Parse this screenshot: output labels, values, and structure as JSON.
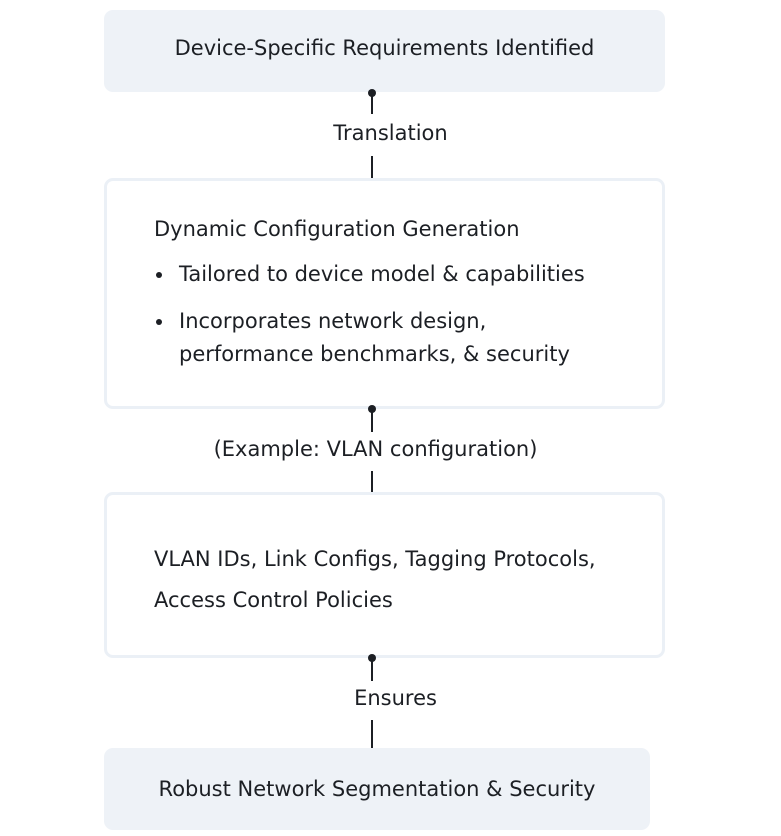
{
  "nodes": {
    "requirements": {
      "title": "Device-Specific Requirements Identified"
    },
    "generation": {
      "title": "Dynamic Configuration Generation",
      "bullets": [
        "Tailored to device model & capabilities",
        "Incorporates network design, performance benchmarks, & security"
      ]
    },
    "vlan": {
      "text": "VLAN IDs, Link Configs, Tagging Protocols, Access Control Policies"
    },
    "outcome": {
      "title": "Robust Network Segmentation & Security"
    }
  },
  "edges": {
    "translation": {
      "label": "Translation"
    },
    "example": {
      "label": "(Example: VLAN configuration)"
    },
    "ensures": {
      "label": "Ensures"
    }
  }
}
